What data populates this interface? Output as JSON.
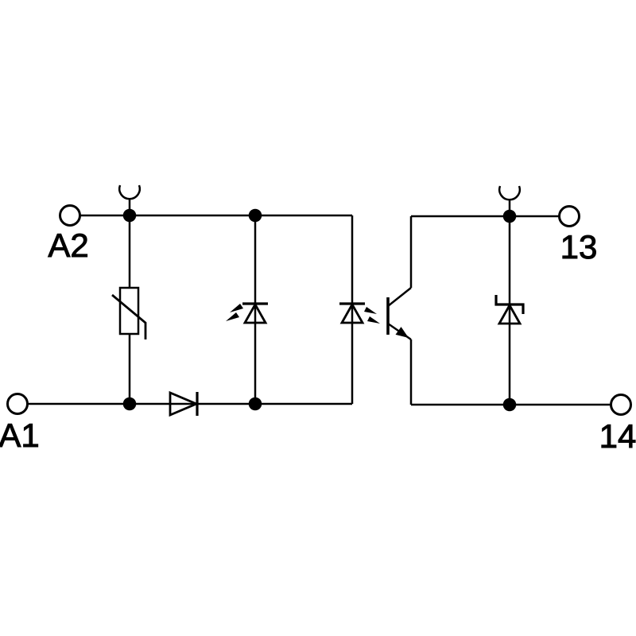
{
  "schematic": {
    "type": "circuit-schematic",
    "background_color": "#ffffff",
    "line_color": "#000000",
    "terminals": {
      "a2": {
        "label": "A2"
      },
      "a1": {
        "label": "A1"
      },
      "t13": {
        "label": "13"
      },
      "t14": {
        "label": "14"
      }
    },
    "components": [
      {
        "name": "input-socket-contact",
        "icon": "half-circle-socket-icon"
      },
      {
        "name": "varistor",
        "icon": "varistor-icon"
      },
      {
        "name": "status-led",
        "icon": "led-emission-arrows-icon"
      },
      {
        "name": "series-diode",
        "icon": "diode-icon"
      },
      {
        "name": "optocoupler-led",
        "icon": "led-emission-arrows-icon"
      },
      {
        "name": "phototransistor",
        "icon": "npn-transistor-icon"
      },
      {
        "name": "suppressor-zener-diode",
        "icon": "zener-diode-icon"
      },
      {
        "name": "output-socket-contact",
        "icon": "half-circle-socket-icon"
      }
    ]
  }
}
